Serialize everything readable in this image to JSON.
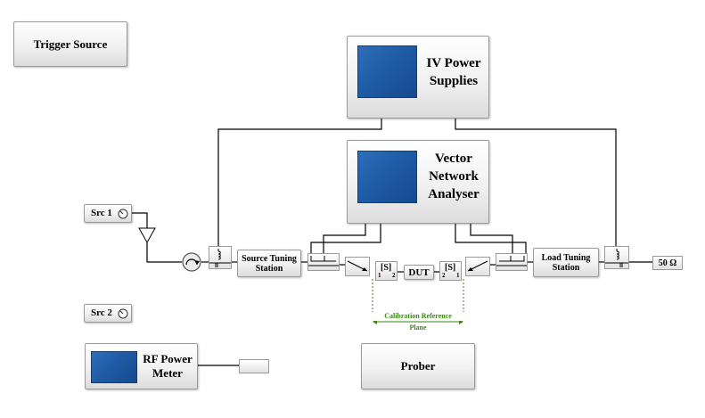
{
  "blocks": {
    "trigger_source": "Trigger Source",
    "iv_power_supplies": [
      "IV Power",
      "Supplies"
    ],
    "vna": [
      "Vector",
      "Network",
      "Analyser"
    ],
    "src1": "Src 1",
    "src2": "Src 2",
    "rf_power_meter": [
      "RF Power",
      "Meter"
    ],
    "prober": "Prober",
    "source_tuning_station": [
      "Source Tuning",
      "Station"
    ],
    "load_tuning_station": [
      "Load Tuning",
      "Station"
    ],
    "dut": "DUT",
    "s_param_left": {
      "label": "[S]",
      "port_a": "1",
      "port_b": "2"
    },
    "s_param_right": {
      "label": "[S]",
      "port_a": "2",
      "port_b": "1"
    },
    "load_50": "50 Ω"
  },
  "calibration": [
    "Calibration Reference",
    "Plane"
  ],
  "colors": {
    "line": "#000000",
    "calibration": "#3a8a12",
    "screen": "#1f5ba6",
    "box_border": "#9a9a9a"
  }
}
